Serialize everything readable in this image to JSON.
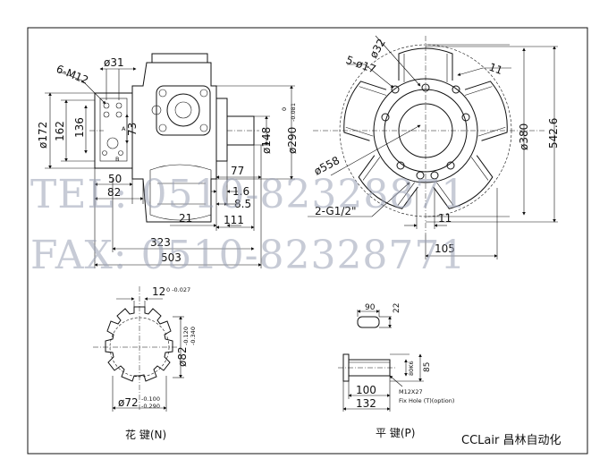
{
  "front_view": {
    "thread": "6-M12",
    "d31": "ø31",
    "d172": "ø172",
    "d162": "162",
    "d136": "136",
    "d73": "73",
    "port_a": "A",
    "port_b": "B",
    "d148": "ø148",
    "d290": "ø290",
    "d290_tol_upper": "0",
    "d290_tol_lower": "-0.081",
    "d77": "77",
    "d1_6": "1.6",
    "d8_5": "8.5",
    "d50": "50",
    "d82": "82",
    "d21": "21",
    "d111": "111",
    "d323": "323",
    "d503": "503"
  },
  "side_view": {
    "d32": "ø32",
    "d17": "5-ø17",
    "d11_top": "11",
    "d380": "ø380",
    "d542": "542.6",
    "d558": "ø558",
    "port": "2-G1/2\"",
    "d11_bottom": "11",
    "d105": "105"
  },
  "spline_detail": {
    "w12": "12",
    "w12_tol": "0 -0.027",
    "d82": "ø82",
    "d82_tol_upper": "-0.120",
    "d82_tol_lower": "-0.340",
    "d72": "ø72",
    "d72_tol_upper": "-0.100",
    "d72_tol_lower": "-0.290",
    "caption": "花 键(N)"
  },
  "key_detail": {
    "d90": "90",
    "d22": "22",
    "d80k6": "80K6",
    "d85": "85",
    "d100": "100",
    "d132": "132",
    "m12": "M12X27",
    "fix_hole": "Fix Hole (T)(option)",
    "caption": "平 键(P)"
  },
  "watermark": {
    "tel": "TEL: 0510-82328871",
    "fax": "FAX: 0510-82328771"
  },
  "brand": "CCLair 昌林自动化"
}
